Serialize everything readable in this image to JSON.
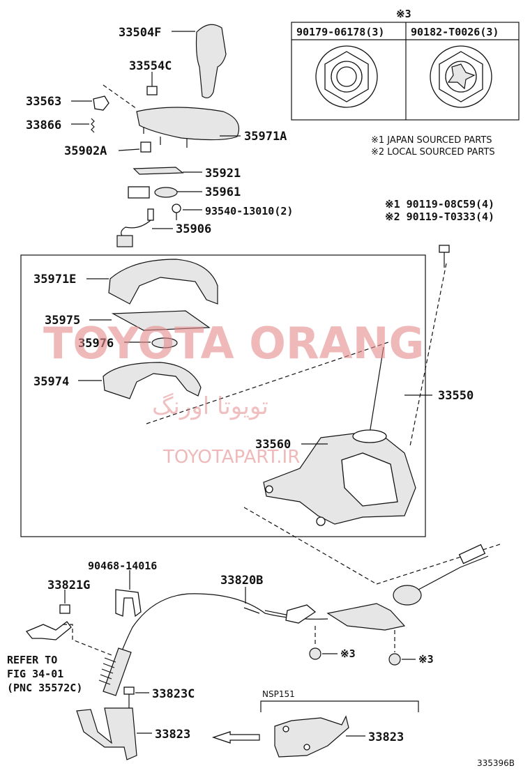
{
  "watermark": {
    "brand": "TOYOTA ORANG",
    "persian": "تویوتا اورنگ",
    "url": "TOYOTAPART.IR"
  },
  "nut_table": {
    "header_mark": "※3",
    "col1": "90179-06178(3)",
    "col2": "90182-T0026(3)"
  },
  "notes": {
    "japan": "※1 JAPAN SOURCED PARTS",
    "local": "※2 LOCAL SOURCED PARTS"
  },
  "bolts": {
    "japan": "※1 90119-08C59(4)",
    "local": "※2 90119-T0333(4)"
  },
  "labels": {
    "knob": "33504F",
    "knob_clip": "33554C",
    "lever_cap": "33563",
    "spring": "33866",
    "clip_a": "35902A",
    "bezel_a": "35971A",
    "plate": "35921",
    "lamp": "35961",
    "screw": "93540-13010(2)",
    "wire": "35906",
    "cover_e": "35971E",
    "sheet": "35975",
    "lens": "35976",
    "housing": "35974",
    "assy": "33550",
    "base": "33560",
    "clip_b": "90468-14016",
    "nut_g": "33821G",
    "cable": "33820B",
    "refer_1": "REFER TO",
    "refer_2": "FIG 34-01",
    "refer_3": "(PNC 35572C)",
    "bolt_c": "33823C",
    "bracket_left": "33823",
    "bracket_right": "33823",
    "nsp": "NSP151",
    "nut_ref_1": "※3",
    "nut_ref_2": "※3",
    "figure_id": "335396B"
  },
  "colors": {
    "watermark": "#e58b8b",
    "line": "#111111"
  }
}
